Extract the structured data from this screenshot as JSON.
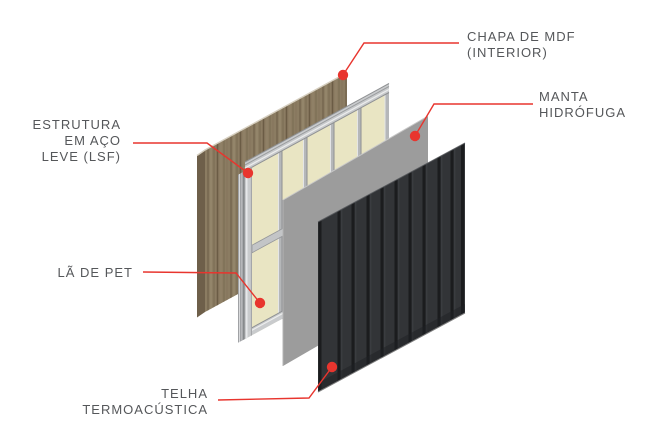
{
  "colors": {
    "background": "#ffffff",
    "accent_red": "#e8352e",
    "label_text": "#55575a",
    "wood_base": "#8b7c62",
    "wood_dark": "#6e5f4a",
    "pet_wool": "#e9e5c3",
    "steel_mid": "#b5b7b9",
    "membrane_gray": "#9c9c9c",
    "tile_dark": "#323437",
    "tile_rib": "#1b1c1e"
  },
  "labels": {
    "chapa_mdf": {
      "text": "CHAPA DE MDF\n(INTERIOR)"
    },
    "manta": {
      "text": "MANTA\nHIDRÓFUGA"
    },
    "estrutura": {
      "text": "ESTRUTURA\nEM AÇO\nLEVE (LSF)"
    },
    "la_pet": {
      "text": "LÃ DE PET"
    },
    "telha": {
      "text": "TELHA\nTERMOACÚSTICA"
    }
  },
  "layers": [
    {
      "id": "mdf-panel",
      "label": "CHAPA DE MDF (INTERIOR)"
    },
    {
      "id": "lsf-frame",
      "label": "ESTRUTURA EM AÇO LEVE (LSF)"
    },
    {
      "id": "pet-wool-infill",
      "label": "LÃ DE PET"
    },
    {
      "id": "membrane-panel",
      "label": "MANTA HIDRÓFUGA"
    },
    {
      "id": "tile-panel",
      "label": "TELHA TERMOACÚSTICA"
    }
  ]
}
